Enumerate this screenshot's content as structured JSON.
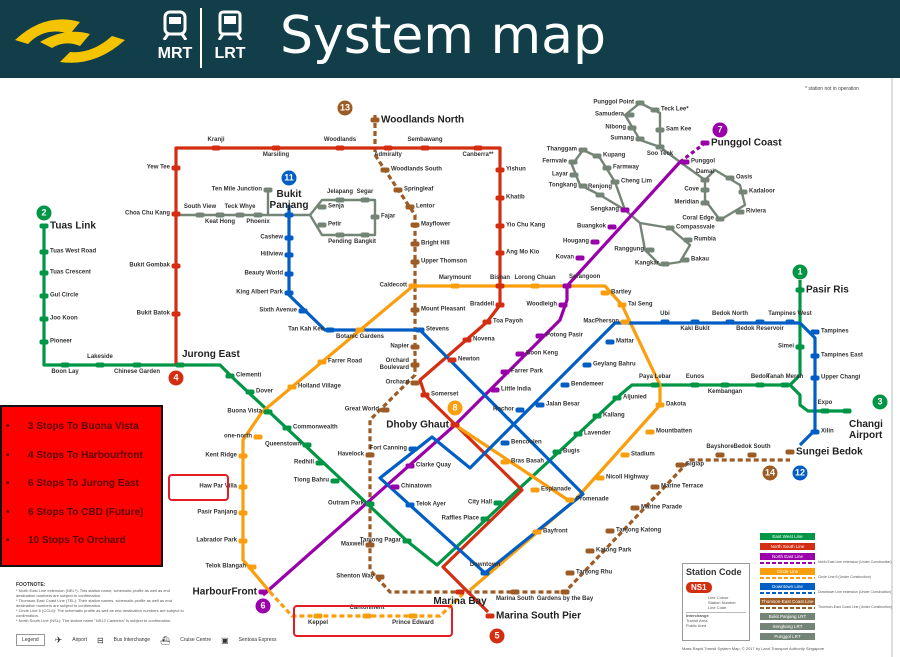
{
  "header": {
    "title": "System map",
    "mrt_label": "MRT",
    "lrt_label": "LRT"
  },
  "note": "* station not in operation",
  "colors": {
    "EW": "#009645",
    "NS": "#d42e12",
    "NE": "#9900aa",
    "CC": "#fa9e0d",
    "DT": "#005ec4",
    "TE": "#9d5b25",
    "LRT": "#748477",
    "highlight": "#e31b23",
    "header": "#113e48",
    "stops_box": "#ff0000"
  },
  "line_numbers": [
    "13",
    "11",
    "2",
    "4",
    "7",
    "1",
    "3",
    "12",
    "14",
    "8",
    "6",
    "5"
  ],
  "stops_box": {
    "bullet": "•",
    "items": [
      "3 Stops To Buona Vista",
      "4 Stops To Harbourfront",
      "6 Stops To Jurong East",
      "6 Stops To CBD (Future)",
      "10 Stops To Orchard"
    ]
  },
  "stations": [
    {
      "name": "Tuas Link",
      "line": "EW"
    },
    {
      "name": "Tuas West Road",
      "line": "EW"
    },
    {
      "name": "Tuas Crescent",
      "line": "EW"
    },
    {
      "name": "Gul Circle",
      "line": "EW"
    },
    {
      "name": "Joo Koon",
      "line": "EW"
    },
    {
      "name": "Pioneer",
      "line": "EW"
    },
    {
      "name": "Boon Lay",
      "line": "EW"
    },
    {
      "name": "Lakeside",
      "line": "EW"
    },
    {
      "name": "Chinese Garden",
      "line": "EW"
    },
    {
      "name": "Jurong East",
      "line": "EW"
    },
    {
      "name": "Clementi",
      "line": "EW"
    },
    {
      "name": "Dover",
      "line": "EW"
    },
    {
      "name": "Buona Vista",
      "line": "EW"
    },
    {
      "name": "Commonwealth",
      "line": "EW"
    },
    {
      "name": "Queenstown",
      "line": "EW"
    },
    {
      "name": "Redhill",
      "line": "EW"
    },
    {
      "name": "Tiong Bahru",
      "line": "EW"
    },
    {
      "name": "Outram Park",
      "line": "EW"
    },
    {
      "name": "Tanjong Pagar",
      "line": "EW"
    },
    {
      "name": "Raffles Place",
      "line": "EW"
    },
    {
      "name": "City Hall",
      "line": "EW"
    },
    {
      "name": "Bugis",
      "line": "EW"
    },
    {
      "name": "Lavender",
      "line": "EW"
    },
    {
      "name": "Kallang",
      "line": "EW"
    },
    {
      "name": "Aljunied",
      "line": "EW"
    },
    {
      "name": "Paya Lebar",
      "line": "EW"
    },
    {
      "name": "Eunos",
      "line": "EW"
    },
    {
      "name": "Kembangan",
      "line": "EW"
    },
    {
      "name": "Bedok",
      "line": "EW"
    },
    {
      "name": "Tanah Merah",
      "line": "EW"
    },
    {
      "name": "Simei",
      "line": "EW"
    },
    {
      "name": "Pasir Ris",
      "line": "EW"
    },
    {
      "name": "Expo",
      "line": "EW"
    },
    {
      "name": "Changi Airport",
      "line": "EW"
    },
    {
      "name": "Yew Tee",
      "line": "NS"
    },
    {
      "name": "Kranji",
      "line": "NS"
    },
    {
      "name": "Marsiling",
      "line": "NS"
    },
    {
      "name": "Woodlands",
      "line": "NS"
    },
    {
      "name": "Admiralty",
      "line": "NS"
    },
    {
      "name": "Sembawang",
      "line": "NS"
    },
    {
      "name": "Canberra**",
      "line": "NS"
    },
    {
      "name": "Yishun",
      "line": "NS"
    },
    {
      "name": "Khatib",
      "line": "NS"
    },
    {
      "name": "Yio Chu Kang",
      "line": "NS"
    },
    {
      "name": "Ang Mo Kio",
      "line": "NS"
    },
    {
      "name": "Bishan",
      "line": "NS"
    },
    {
      "name": "Braddell",
      "line": "NS"
    },
    {
      "name": "Toa Payoh",
      "line": "NS"
    },
    {
      "name": "Novena",
      "line": "NS"
    },
    {
      "name": "Newton",
      "line": "NS"
    },
    {
      "name": "Somerset",
      "line": "NS"
    },
    {
      "name": "Dhoby Ghaut",
      "line": "NS"
    },
    {
      "name": "Marina Bay",
      "line": "NS"
    },
    {
      "name": "Marina South Pier",
      "line": "NS"
    },
    {
      "name": "Bukit Batok",
      "line": "NS"
    },
    {
      "name": "Bukit Gombak",
      "line": "NS"
    },
    {
      "name": "Choa Chu Kang",
      "line": "NS"
    },
    {
      "name": "HarbourFront",
      "line": "NE"
    },
    {
      "name": "Chinatown",
      "line": "NE"
    },
    {
      "name": "Clarke Quay",
      "line": "NE"
    },
    {
      "name": "Little India",
      "line": "NE"
    },
    {
      "name": "Farrer Park",
      "line": "NE"
    },
    {
      "name": "Boon Keng",
      "line": "NE"
    },
    {
      "name": "Potong Pasir",
      "line": "NE"
    },
    {
      "name": "Woodleigh",
      "line": "NE"
    },
    {
      "name": "Serangoon",
      "line": "NE"
    },
    {
      "name": "Kovan",
      "line": "NE"
    },
    {
      "name": "Hougang",
      "line": "NE"
    },
    {
      "name": "Buangkok",
      "line": "NE"
    },
    {
      "name": "Sengkang",
      "line": "NE"
    },
    {
      "name": "Punggol",
      "line": "NE"
    },
    {
      "name": "Punggol Coast",
      "line": "NE"
    },
    {
      "name": "Bras Basah",
      "line": "CC"
    },
    {
      "name": "Esplanade",
      "line": "CC"
    },
    {
      "name": "Promenade",
      "line": "CC"
    },
    {
      "name": "Nicoll Highway",
      "line": "CC"
    },
    {
      "name": "Stadium",
      "line": "CC"
    },
    {
      "name": "Mountbatten",
      "line": "CC"
    },
    {
      "name": "Dakota",
      "line": "CC"
    },
    {
      "name": "MacPherson",
      "line": "CC"
    },
    {
      "name": "Tai Seng",
      "line": "CC"
    },
    {
      "name": "Bartley",
      "line": "CC"
    },
    {
      "name": "Lorong Chuan",
      "line": "CC"
    },
    {
      "name": "Marymount",
      "line": "CC"
    },
    {
      "name": "Caldecott",
      "line": "CC"
    },
    {
      "name": "Botanic Gardens",
      "line": "CC"
    },
    {
      "name": "Farrer Road",
      "line": "CC"
    },
    {
      "name": "Holland Village",
      "line": "CC"
    },
    {
      "name": "one-north",
      "line": "CC"
    },
    {
      "name": "Kent Ridge",
      "line": "CC"
    },
    {
      "name": "Haw Par Villa",
      "line": "CC"
    },
    {
      "name": "Pasir Panjang",
      "line": "CC"
    },
    {
      "name": "Labrador Park",
      "line": "CC"
    },
    {
      "name": "Telok Blangah",
      "line": "CC"
    },
    {
      "name": "Keppel",
      "line": "CC"
    },
    {
      "name": "Cantonment",
      "line": "CC"
    },
    {
      "name": "Prince Edward",
      "line": "CC"
    },
    {
      "name": "Bayfront",
      "line": "CC"
    },
    {
      "name": "Bukit Panjang",
      "line": "DT"
    },
    {
      "name": "Cashew",
      "line": "DT"
    },
    {
      "name": "Hillview",
      "line": "DT"
    },
    {
      "name": "Beauty World",
      "line": "DT"
    },
    {
      "name": "King Albert Park",
      "line": "DT"
    },
    {
      "name": "Sixth Avenue",
      "line": "DT"
    },
    {
      "name": "Tan Kah Kee",
      "line": "DT"
    },
    {
      "name": "Stevens",
      "line": "DT"
    },
    {
      "name": "Rochor",
      "line": "DT"
    },
    {
      "name": "Downtown",
      "line": "DT"
    },
    {
      "name": "Telok Ayer",
      "line": "DT"
    },
    {
      "name": "Fort Canning",
      "line": "DT"
    },
    {
      "name": "Bencoolen",
      "line": "DT"
    },
    {
      "name": "Jalan Besar",
      "line": "DT"
    },
    {
      "name": "Bendemeer",
      "line": "DT"
    },
    {
      "name": "Geylang Bahru",
      "line": "DT"
    },
    {
      "name": "Mattar",
      "line": "DT"
    },
    {
      "name": "Ubi",
      "line": "DT"
    },
    {
      "name": "Kaki Bukit",
      "line": "DT"
    },
    {
      "name": "Bedok North",
      "line": "DT"
    },
    {
      "name": "Bedok Reservoir",
      "line": "DT"
    },
    {
      "name": "Tampines West",
      "line": "DT"
    },
    {
      "name": "Tampines",
      "line": "DT"
    },
    {
      "name": "Tampines East",
      "line": "DT"
    },
    {
      "name": "Upper Changi",
      "line": "DT"
    },
    {
      "name": "Xilin",
      "line": "DT"
    },
    {
      "name": "Woodlands North",
      "line": "TE"
    },
    {
      "name": "Woodlands South",
      "line": "TE"
    },
    {
      "name": "Springleaf",
      "line": "TE"
    },
    {
      "name": "Lentor",
      "line": "TE"
    },
    {
      "name": "Mayflower",
      "line": "TE"
    },
    {
      "name": "Bright Hill",
      "line": "TE"
    },
    {
      "name": "Upper Thomson",
      "line": "TE"
    },
    {
      "name": "Mount Pleasant",
      "line": "TE"
    },
    {
      "name": "Napier",
      "line": "TE"
    },
    {
      "name": "Orchard Boulevard",
      "line": "TE"
    },
    {
      "name": "Orchard",
      "line": "TE"
    },
    {
      "name": "Great World",
      "line": "TE"
    },
    {
      "name": "Havelock",
      "line": "TE"
    },
    {
      "name": "Maxwell",
      "line": "TE"
    },
    {
      "name": "Shenton Way",
      "line": "TE"
    },
    {
      "name": "Marina South",
      "line": "TE"
    },
    {
      "name": "Gardens by the Bay",
      "line": "TE"
    },
    {
      "name": "Tanjong Rhu",
      "line": "TE"
    },
    {
      "name": "Katong Park",
      "line": "TE"
    },
    {
      "name": "Tanjong Katong",
      "line": "TE"
    },
    {
      "name": "Marine Parade",
      "line": "TE"
    },
    {
      "name": "Marine Terrace",
      "line": "TE"
    },
    {
      "name": "Siglap",
      "line": "TE"
    },
    {
      "name": "Bayshore",
      "line": "TE"
    },
    {
      "name": "Bedok South",
      "line": "TE"
    },
    {
      "name": "Sungei Bedok",
      "line": "TE"
    },
    {
      "name": "Ten Mile Junction",
      "line": "LRT"
    },
    {
      "name": "South View",
      "line": "LRT"
    },
    {
      "name": "Keat Hong",
      "line": "LRT"
    },
    {
      "name": "Teck Whye",
      "line": "LRT"
    },
    {
      "name": "Phoenix",
      "line": "LRT"
    },
    {
      "name": "Senja",
      "line": "LRT"
    },
    {
      "name": "Jelapang",
      "line": "LRT"
    },
    {
      "name": "Segar",
      "line": "LRT"
    },
    {
      "name": "Fajar",
      "line": "LRT"
    },
    {
      "name": "Bangkit",
      "line": "LRT"
    },
    {
      "name": "Pending",
      "line": "LRT"
    },
    {
      "name": "Petir",
      "line": "LRT"
    },
    {
      "name": "Compassvale",
      "line": "LRT"
    },
    {
      "name": "Rumbia",
      "line": "LRT"
    },
    {
      "name": "Bakau",
      "line": "LRT"
    },
    {
      "name": "Kangkar",
      "line": "LRT"
    },
    {
      "name": "Ranggung",
      "line": "LRT"
    },
    {
      "name": "Cheng Lim",
      "line": "LRT"
    },
    {
      "name": "Farmway",
      "line": "LRT"
    },
    {
      "name": "Kupang",
      "line": "LRT"
    },
    {
      "name": "Thanggam",
      "line": "LRT"
    },
    {
      "name": "Fernvale",
      "line": "LRT"
    },
    {
      "name": "Layar",
      "line": "LRT"
    },
    {
      "name": "Tongkang",
      "line": "LRT"
    },
    {
      "name": "Renjong",
      "line": "LRT"
    },
    {
      "name": "Punggol Point",
      "line": "LRT"
    },
    {
      "name": "Samudera",
      "line": "LRT"
    },
    {
      "name": "Nibong",
      "line": "LRT"
    },
    {
      "name": "Sumang",
      "line": "LRT"
    },
    {
      "name": "Soo Teck",
      "line": "LRT"
    },
    {
      "name": "Sam Kee",
      "line": "LRT"
    },
    {
      "name": "Teck Lee*",
      "line": "LRT"
    },
    {
      "name": "Damai",
      "line": "LRT"
    },
    {
      "name": "Oasis",
      "line": "LRT"
    },
    {
      "name": "Kadaloor",
      "line": "LRT"
    },
    {
      "name": "Riviera",
      "line": "LRT"
    },
    {
      "name": "Coral Edge",
      "line": "LRT"
    },
    {
      "name": "Meridian",
      "line": "LRT"
    },
    {
      "name": "Cove",
      "line": "LRT"
    }
  ],
  "footnote": {
    "title": "FOOTNOTE:",
    "items": [
      "* North East Line extension (NEL*): This station name, schematic profile as well as end destination numbers are subject to confirmation.",
      "* Thomson-East Coast Line (TEL): Their station names, schematic profile as well as end destination numbers are subject to confirmation.",
      "* Circle Line 6 (CCL6): The schematic profile as well as end destination numbers are subject to confirmation.",
      "* North South Line (NSL): The station name \"NS12 Canberra\" is subject to confirmation."
    ]
  },
  "legend_row": {
    "legend": "Legend",
    "items": [
      "Airport",
      "Bus Interchange",
      "Cruise Centre",
      "Sentosa Express"
    ]
  },
  "station_code": {
    "title": "Station Code",
    "example": "NS1",
    "parts": [
      "Line Colour",
      "Station Number",
      "Line Code"
    ],
    "interchange": "Interchange",
    "transit_area": "Transit Area",
    "public_area": "Public Area"
  },
  "line_legend": [
    {
      "label": "East West Line",
      "color": "#009645"
    },
    {
      "label": "North South Line",
      "color": "#d42e12"
    },
    {
      "label": "North East Line",
      "color": "#9900aa",
      "dash": "North East Line extension (Under Construction)"
    },
    {
      "label": "Circle Line",
      "color": "#fa9e0d",
      "dash": "Circle Line 6 (Under Construction)"
    },
    {
      "label": "Downtown Line",
      "color": "#005ec4",
      "dash": "Downtown Line extension (Under Construction)"
    },
    {
      "label": "Thomson-East Coast Line",
      "color": "#9d5b25",
      "dash": "Thomson-East Coast Line (Under Construction)"
    },
    {
      "label": "Bukit Panjang LRT",
      "color": "#748477"
    },
    {
      "label": "Sengkang LRT",
      "color": "#748477"
    },
    {
      "label": "Punggol LRT",
      "color": "#748477"
    }
  ],
  "credit": "Mass Rapid Transit System Map, © 2017 by Land Transport Authority Singapore"
}
